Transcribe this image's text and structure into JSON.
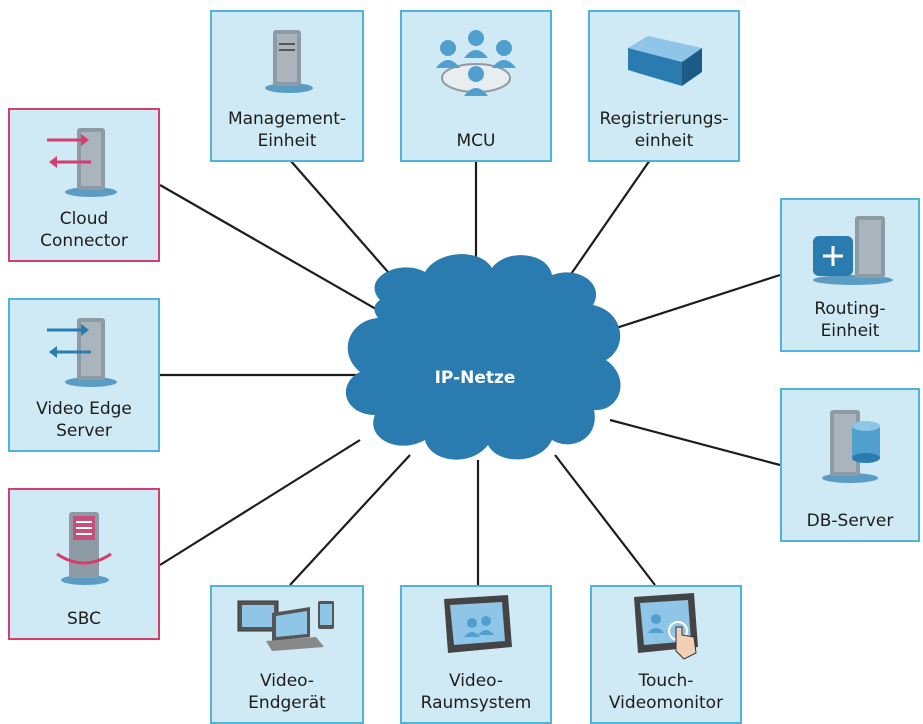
{
  "diagram": {
    "center": {
      "label": "IP-Netze"
    },
    "nodes": [
      {
        "id": "management",
        "label": "Management-\nEinheit",
        "icon": "server-icon"
      },
      {
        "id": "mcu",
        "label": "MCU",
        "icon": "conference-icon"
      },
      {
        "id": "registrierung",
        "label": "Registrierungs-\neinheit",
        "icon": "box-icon"
      },
      {
        "id": "cloud-connector",
        "label": "Cloud\nConnector",
        "icon": "server-arrows-icon"
      },
      {
        "id": "video-edge",
        "label": "Video Edge\nServer",
        "icon": "server-arrows-icon"
      },
      {
        "id": "sbc",
        "label": "SBC",
        "icon": "sbc-icon"
      },
      {
        "id": "routing",
        "label": "Routing-\nEinheit",
        "icon": "router-server-icon"
      },
      {
        "id": "db-server",
        "label": "DB-Server",
        "icon": "database-server-icon"
      },
      {
        "id": "video-endgeraet",
        "label": "Video-\nEndgerät",
        "icon": "devices-icon"
      },
      {
        "id": "raumsystem",
        "label": "Video-\nRaumsystem",
        "icon": "room-monitor-icon"
      },
      {
        "id": "touch",
        "label": "Touch-\nVideomonitor",
        "icon": "touch-monitor-icon"
      }
    ]
  },
  "colors": {
    "cloud": "#2a7bb0",
    "node_fill": "#cfe9f5",
    "node_border": "#4fb3dc",
    "node_border_alt": "#d43d6e",
    "line": "#1d1d1b"
  }
}
